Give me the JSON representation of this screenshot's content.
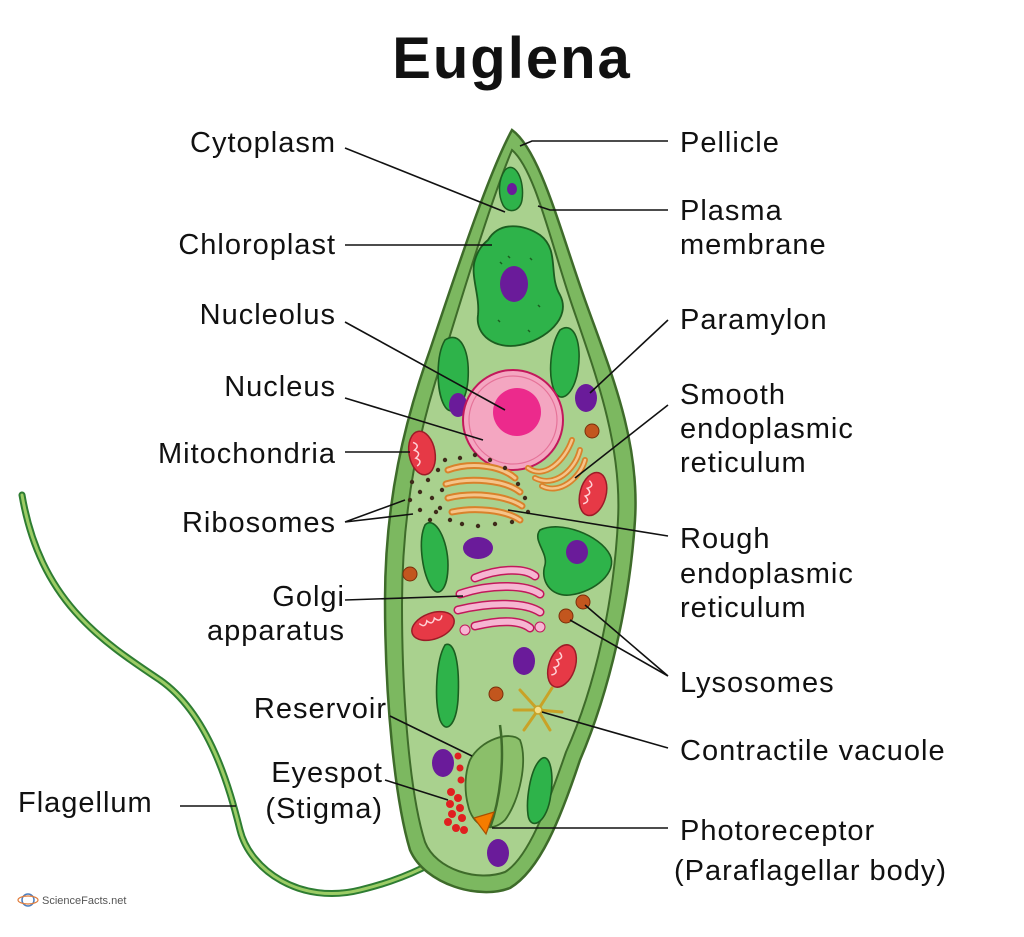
{
  "title": "Euglena",
  "labels": {
    "cytoplasm": "Cytoplasm",
    "chloroplast": "Chloroplast",
    "nucleolus": "Nucleolus",
    "nucleus": "Nucleus",
    "mitochondria": "Mitochondria",
    "ribosomes": "Ribosomes",
    "golgi_1": "Golgi",
    "golgi_2": "apparatus",
    "reservoir": "Reservoir",
    "eyespot_1": "Eyespot",
    "eyespot_2": "(Stigma)",
    "flagellum": "Flagellum",
    "pellicle": "Pellicle",
    "plasma_1": "Plasma",
    "plasma_2": "membrane",
    "paramylon": "Paramylon",
    "ser_1": "Smooth",
    "ser_2": "endoplasmic",
    "ser_3": "reticulum",
    "rer_1": "Rough",
    "rer_2": "endoplasmic",
    "rer_3": "reticulum",
    "lysosomes": "Lysosomes",
    "contractile_vacuole": "Contractile vacuole",
    "photoreceptor_1": "Photoreceptor",
    "photoreceptor_2": "(Paraflagellar body)"
  },
  "watermark": "ScienceFacts.net",
  "colors": {
    "pellicle": "#6aa84f",
    "cytoplasm": "#a9d18e",
    "chloroplast": "#2eb34a",
    "paramylon": "#6a1b9a",
    "nucleus": "#f4a6c1",
    "nucleolus": "#ec2a8c",
    "mitochondria": "#e63946",
    "er": "#f0a04b",
    "golgi": "#f6b6d2",
    "lysosome": "#c2561e",
    "eyespot": "#e02020",
    "photoreceptor": "#f57c00"
  }
}
